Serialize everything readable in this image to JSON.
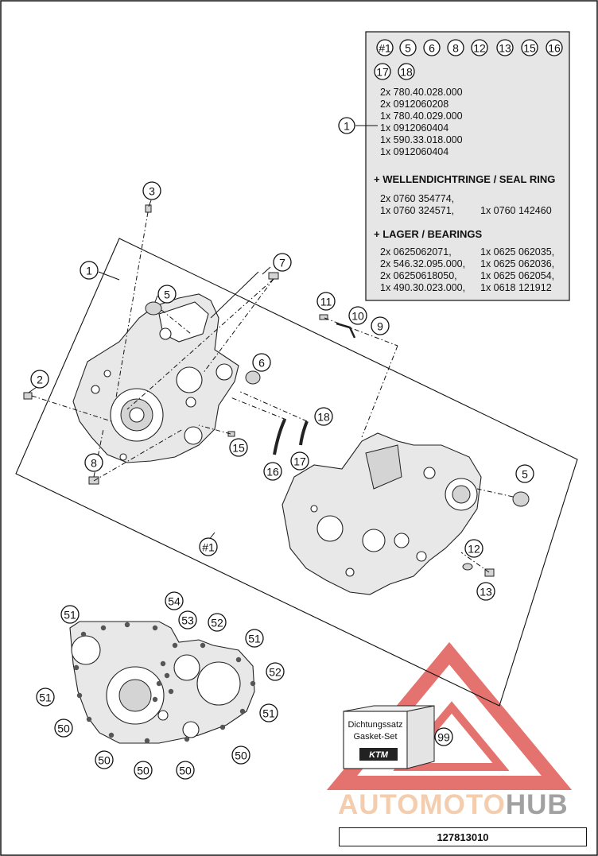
{
  "info_box": {
    "kit_callouts": [
      "#1",
      "5",
      "6",
      "8",
      "12",
      "13",
      "15",
      "16",
      "17",
      "18"
    ],
    "kit_callout_ref": "1",
    "kit_parts": [
      "2x 780.40.028.000",
      "2x 0912060208",
      "1x 780.40.029.000",
      "1x 0912060404",
      "1x 590.33.018.000",
      "1x 0912060404"
    ],
    "seal_heading": "+ WELLENDICHTRINGE /  SEAL RING",
    "seal_rows": [
      [
        "2x 0760 354774,",
        ""
      ],
      [
        "1x 0760 324571,",
        "1x 0760 142460"
      ]
    ],
    "bearing_heading": "+ LAGER / BEARINGS",
    "bearing_rows": [
      [
        "2x 0625062071,",
        "1x 0625 062035,"
      ],
      [
        "2x 546.32.095.000,",
        "1x 0625 062036,"
      ],
      [
        "2x 06250618050,",
        "1x 0625 062054,"
      ],
      [
        "1x 490.30.023.000,",
        "1x 0618 121912"
      ]
    ]
  },
  "callouts": {
    "c1": "1",
    "c2": "2",
    "c3": "3",
    "c5a": "5",
    "c5b": "5",
    "c6": "6",
    "c7": "7",
    "c8": "8",
    "c9": "9",
    "c10": "10",
    "c11": "11",
    "c12": "12",
    "c13": "13",
    "c15": "15",
    "c16": "16",
    "c17": "17",
    "c18": "18",
    "c_hash1": "#1",
    "c50a": "50",
    "c50b": "50",
    "c50c": "50",
    "c50d": "50",
    "c50e": "50",
    "c51a": "51",
    "c51b": "51",
    "c51c": "51",
    "c51d": "51",
    "c52a": "52",
    "c52b": "52",
    "c53": "53",
    "c54": "54",
    "c99": "99"
  },
  "gasket_set": {
    "label_de": "Dichtungssatz",
    "label_en": "Gasket-Set",
    "brand": "KTM"
  },
  "watermark": {
    "part1": "AUTOMOTO",
    "part2": "HUB",
    "accent": "#e05a55"
  },
  "part_number": "127813010"
}
